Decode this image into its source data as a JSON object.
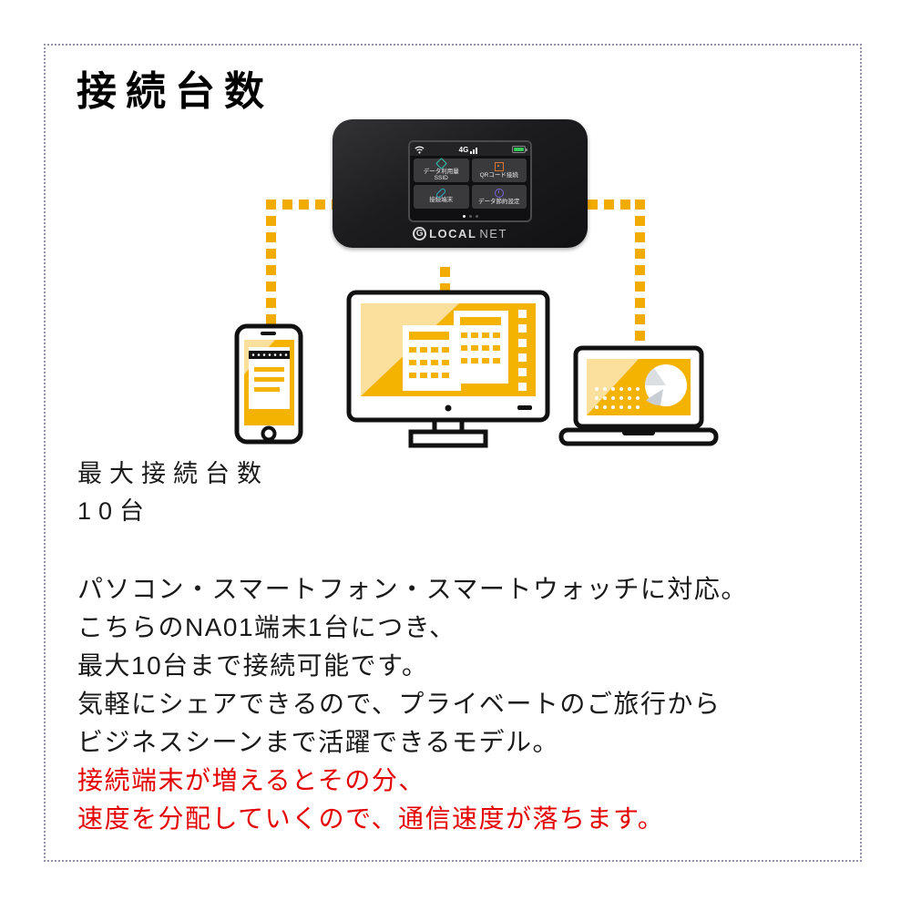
{
  "page": {
    "title": "接続台数",
    "spec": {
      "label": "最大接続台数",
      "value": "10台"
    },
    "description_lines": [
      "パソコン・スマートフォン・スマートウォッチに対応。",
      "こちらのNA01端末1台につき、",
      "最大10台まで接続可能です。",
      "気軽にシェアできるので、プライベートのご旅行から",
      "ビジネスシーンまで活躍できるモデル。"
    ],
    "warning_lines": [
      "接続端末が増えるとその分、",
      "速度を分配していくので、通信速度が落ちます。"
    ]
  },
  "router": {
    "brand_g": "G",
    "brand_bold": "LOCAL",
    "brand_light": "NET",
    "status": {
      "network": "4G"
    },
    "tiles": [
      {
        "label": "データ利用量\nSSID",
        "icon": "data-usage-icon",
        "icon_color": "#2fc4ae"
      },
      {
        "label": "QRコード接続",
        "icon": "qr-code-icon",
        "icon_color": "#d9742f"
      },
      {
        "label": "接続端末",
        "icon": "link-icon",
        "icon_color": "#2fa8c4"
      },
      {
        "label": "データ節約設定",
        "icon": "data-saving-icon",
        "icon_color": "#7a64d8"
      }
    ],
    "pagination_dots": 3
  },
  "diagram": {
    "connected_devices": [
      "smartphone",
      "desktop-pc",
      "laptop"
    ]
  },
  "icons": {
    "wifi-icon": "signal fan shape",
    "signal-bars-icon": "ascending bars",
    "battery-icon": "green battery"
  },
  "colors": {
    "accent_yellow": "#F2AC00",
    "device_screen_yellow": "#F5B301",
    "highlight_yellow": "#FBDF9C",
    "warning_red": "#E50000",
    "text_black": "#1A1A1A",
    "page_border": "#9494AB",
    "battery_green": "#35C759",
    "router_black": "#1C1C1E"
  }
}
